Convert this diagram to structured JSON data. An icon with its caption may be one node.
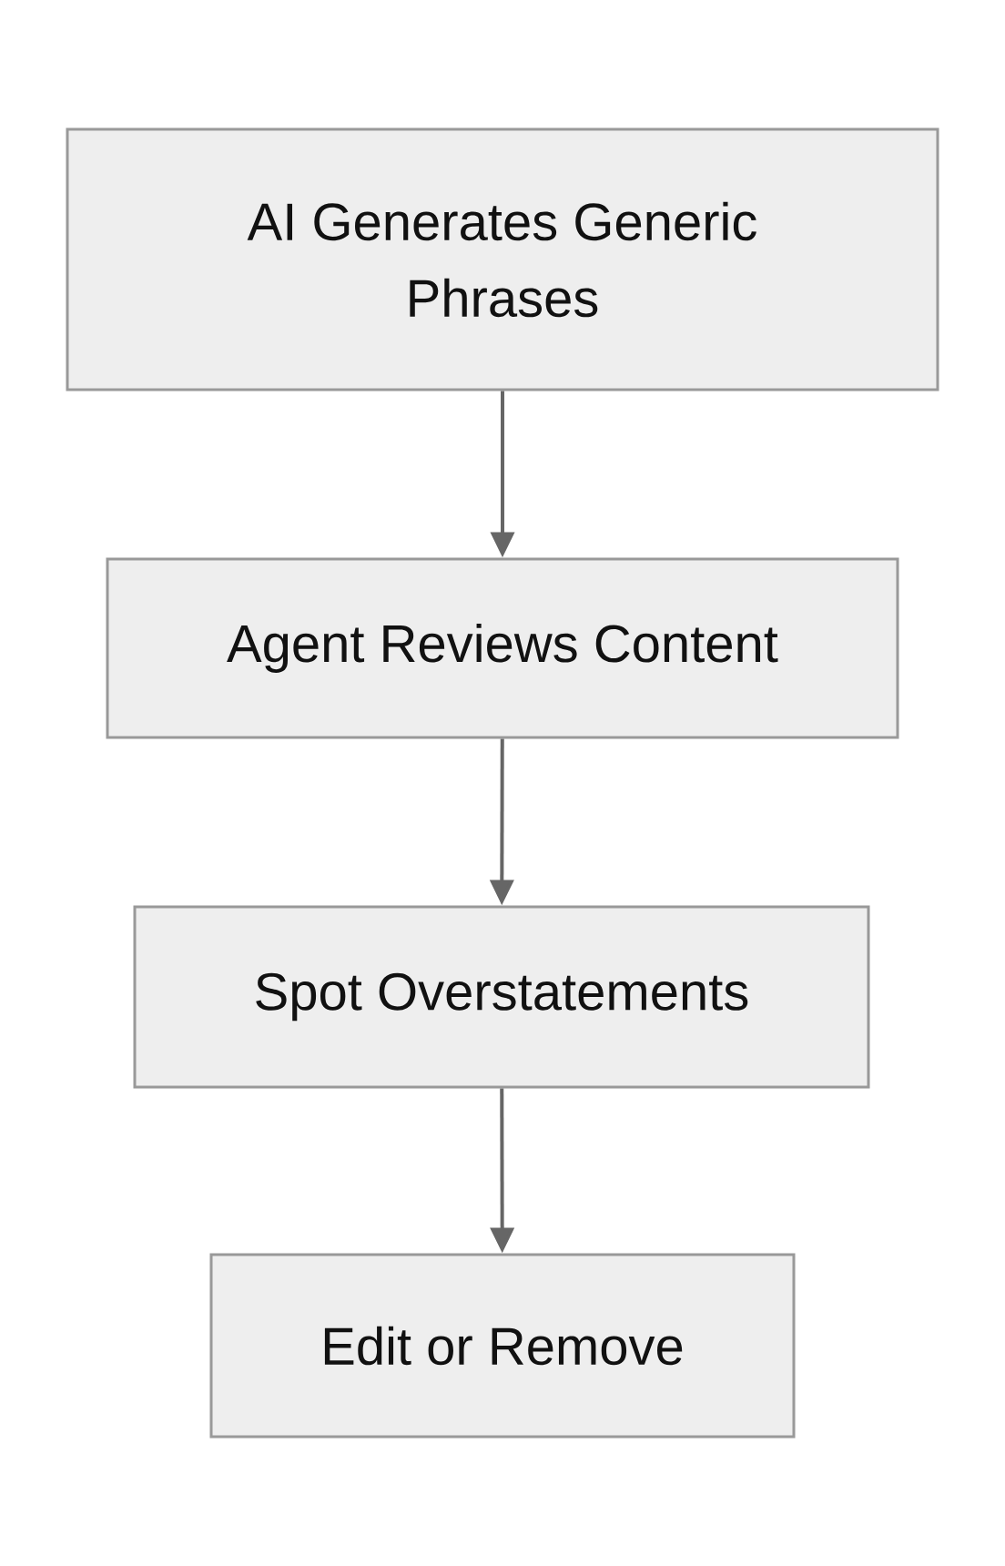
{
  "diagram": {
    "nodes": [
      {
        "text": [
          "AI Generates Generic Phrases"
        ]
      },
      {
        "text": [
          "Agent Reviews Content"
        ]
      },
      {
        "text": [
          "Spot Overstatements"
        ]
      },
      {
        "text": [
          "Edit or Remove"
        ]
      }
    ],
    "edges": [
      {
        "from": 0,
        "to": 1,
        "arrow": "to"
      },
      {
        "from": 1,
        "to": 2,
        "arrow": "to"
      },
      {
        "from": 2,
        "to": 3,
        "arrow": "to"
      }
    ]
  }
}
